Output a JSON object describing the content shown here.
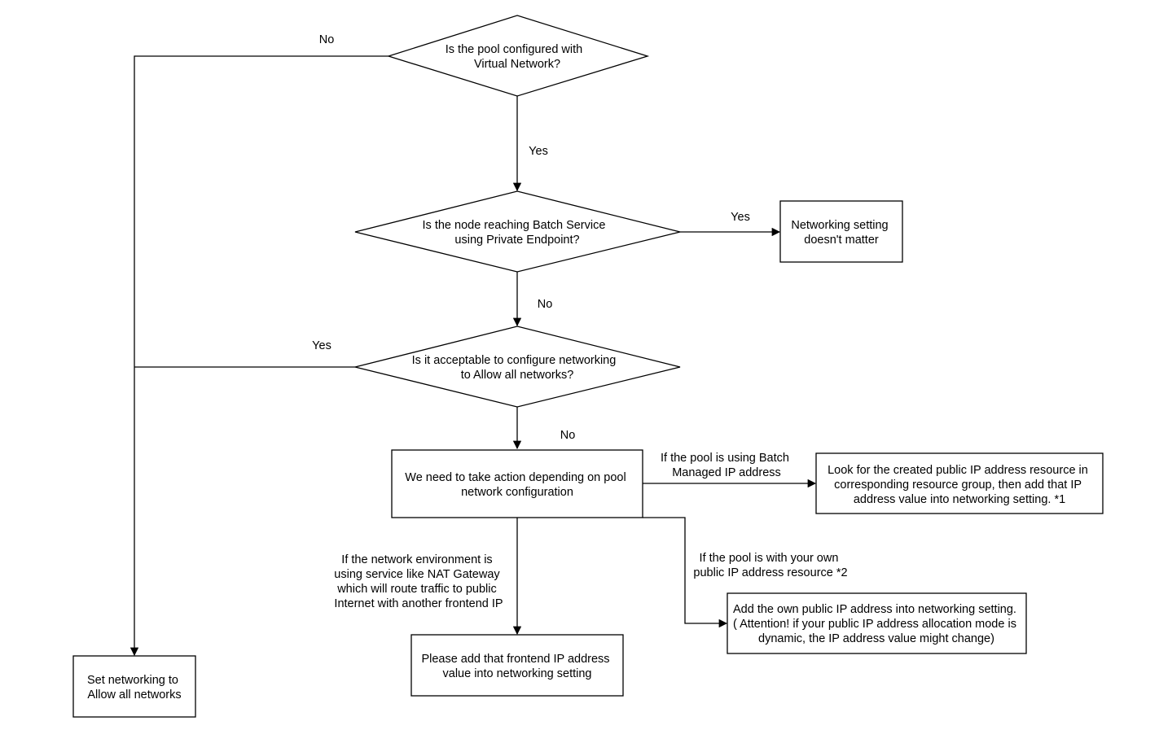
{
  "nodes": {
    "q_vnet": [
      "Is the pool configured with",
      "Virtual Network?"
    ],
    "q_private_endpoint": [
      "Is the node reaching Batch Service",
      "using Private Endpoint?"
    ],
    "r_setting_no_matter": [
      "Networking setting",
      "doesn't matter"
    ],
    "q_allow_all": [
      "Is it acceptable to configure networking",
      "to Allow all networks?"
    ],
    "action_needed": [
      "We need to take action depending on pool",
      "network configuration"
    ],
    "r_batch_managed_ip": [
      "Look for the created public IP address resource in",
      "corresponding resource group, then add that IP",
      "address value into networking setting. *1"
    ],
    "r_frontend_ip": [
      "Please add that frontend IP address",
      "value into networking setting"
    ],
    "r_own_ip": [
      "Add the own public IP address into networking setting.",
      "( Attention! if your public IP address allocation mode is",
      "dynamic, the IP address value might change)"
    ],
    "r_allow_all": [
      "Set networking to",
      "Allow all networks"
    ]
  },
  "edge_labels": {
    "vnet_no": "No",
    "vnet_yes": "Yes",
    "pe_yes": "Yes",
    "pe_no": "No",
    "allow_yes": "Yes",
    "allow_no": "No",
    "batch_managed": [
      "If the pool is using Batch",
      "Managed IP address"
    ],
    "nat_gateway": [
      "If the network environment is",
      "using service like NAT Gateway",
      "which will route traffic to public",
      "Internet with another frontend IP"
    ],
    "own_ip": [
      "If the pool is with your own",
      "public IP address resource *2"
    ]
  }
}
